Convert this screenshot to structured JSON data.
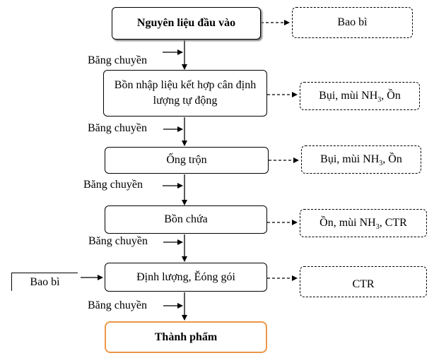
{
  "nodes": {
    "raw_material": "Nguyên liệu đầu vào",
    "feed_bin": "Bồn nhập liệu kết hợp cân định lượng tự động",
    "mixing_pipe": "Ống trộn",
    "storage_tank": "Bồn chứa",
    "packing": "Định lượng, Ěóng gói",
    "finished": "Thành phẩm"
  },
  "outputs": {
    "packaging_out": "Bao bì",
    "dust_1_pre": "Bụi, mùi NH",
    "dust_1_sub": "3",
    "dust_1_post": ", Ồn",
    "dust_2_pre": "Bụi, mùi NH",
    "dust_2_sub": "3",
    "dust_2_post": ", Ồn",
    "noise_3_pre": "Ồn, mùi NH",
    "noise_3_sub": "3",
    "noise_3_post": ", CTR",
    "waste_4": "CTR"
  },
  "inputs": {
    "packaging_in": "Bao bì"
  },
  "conveyor_label": "Băng chuyền"
}
